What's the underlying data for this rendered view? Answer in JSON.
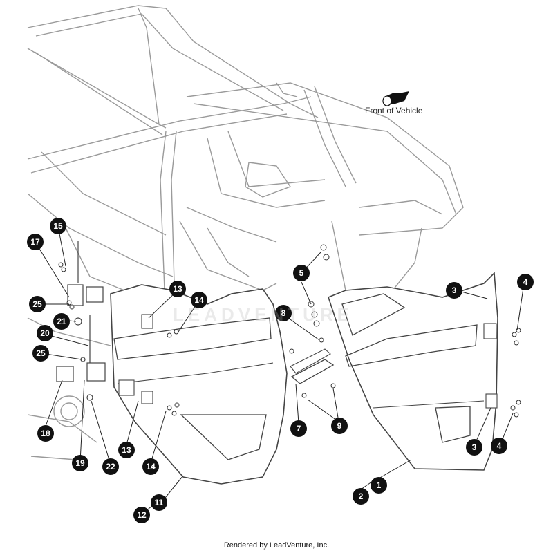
{
  "front_label": "Front of Vehicle",
  "credit": "Rendered by LeadVenture, Inc.",
  "watermark": "LEADVENTURE",
  "icons": {
    "direction": "front-arrow-icon"
  },
  "colors": {
    "line": "#555555",
    "callout": "#111111",
    "panel": "#ffffff"
  },
  "callouts": [
    {
      "label": "1"
    },
    {
      "label": "2"
    },
    {
      "label": "3"
    },
    {
      "label": "3"
    },
    {
      "label": "4"
    },
    {
      "label": "4"
    },
    {
      "label": "5"
    },
    {
      "label": "7"
    },
    {
      "label": "8"
    },
    {
      "label": "9"
    },
    {
      "label": "11"
    },
    {
      "label": "12"
    },
    {
      "label": "13"
    },
    {
      "label": "13"
    },
    {
      "label": "14"
    },
    {
      "label": "14"
    },
    {
      "label": "15"
    },
    {
      "label": "17"
    },
    {
      "label": "18"
    },
    {
      "label": "19"
    },
    {
      "label": "20"
    },
    {
      "label": "21"
    },
    {
      "label": "22"
    },
    {
      "label": "25"
    },
    {
      "label": "25"
    }
  ]
}
